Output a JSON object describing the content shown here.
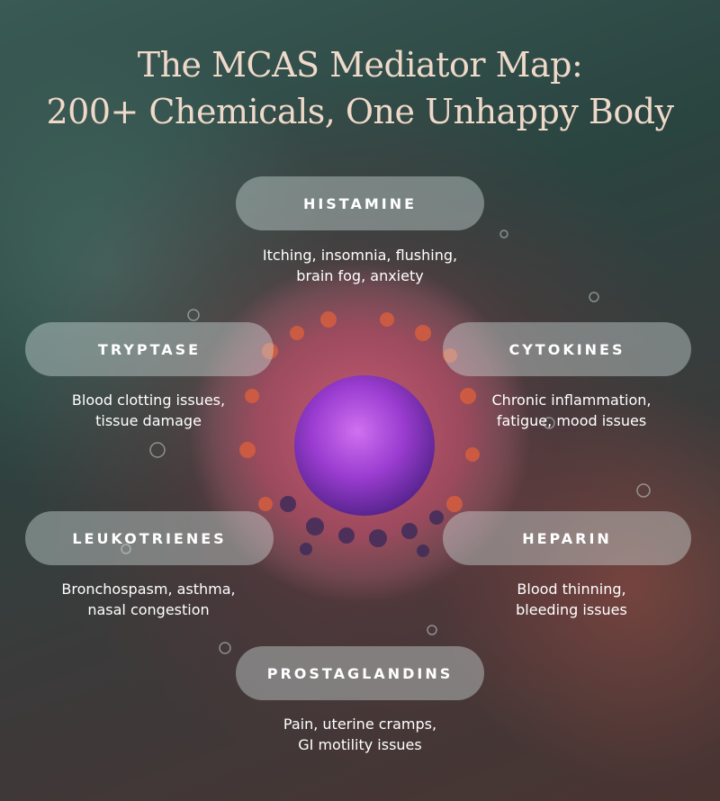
{
  "title_line1": "The MCAS Mediator Map:",
  "title_line2": "200+ Chemicals, One Unhappy Body",
  "colors": {
    "title": "#efd9c9",
    "pill": "#d2e1de",
    "text": "#ffffff"
  },
  "mediators": {
    "histamine": {
      "label": "HISTAMINE",
      "desc1": "Itching, insomnia, flushing,",
      "desc2": "brain fog, anxiety"
    },
    "tryptase": {
      "label": "TRYPTASE",
      "desc1": "Blood clotting issues,",
      "desc2": "tissue damage"
    },
    "cytokines": {
      "label": "CYTOKINES",
      "desc1": "Chronic inflammation,",
      "desc2": "fatigue, mood issues"
    },
    "leukotrienes": {
      "label": "LEUKOTRIENES",
      "desc1": "Bronchospasm, asthma,",
      "desc2": "nasal congestion"
    },
    "heparin": {
      "label": "HEPARIN",
      "desc1": "Blood thinning,",
      "desc2": "bleeding issues"
    },
    "prostaglandins": {
      "label": "PROSTAGLANDINS",
      "desc1": "Pain, uterine cramps,",
      "desc2": "GI motility issues"
    }
  }
}
